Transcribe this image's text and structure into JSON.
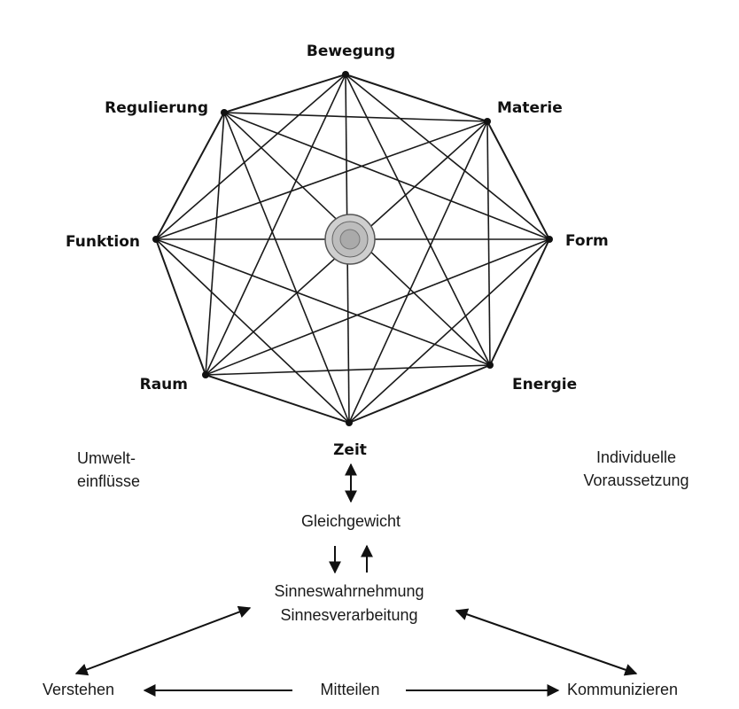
{
  "nodes": [
    {
      "id": "bewegung",
      "label": "Bewegung"
    },
    {
      "id": "materie",
      "label": "Materie"
    },
    {
      "id": "form",
      "label": "Form"
    },
    {
      "id": "energie",
      "label": "Energie"
    },
    {
      "id": "zeit",
      "label": "Zeit"
    },
    {
      "id": "raum",
      "label": "Raum"
    },
    {
      "id": "funktion",
      "label": "Funktion"
    },
    {
      "id": "regulierung",
      "label": "Regulierung"
    }
  ],
  "side_left": {
    "line1": "Umwelt-",
    "line2": "einflüsse"
  },
  "side_right": {
    "line1": "Individuelle",
    "line2": "Voraussetzung"
  },
  "flow": {
    "gleichgewicht": "Gleichgewicht",
    "sinnes_line1": "Sinneswahrnehmung",
    "sinnes_line2": "Sinnesverarbeitung",
    "verstehen": "Verstehen",
    "mitteilen": "Mitteilen",
    "kommunizieren": "Kommunizieren"
  }
}
